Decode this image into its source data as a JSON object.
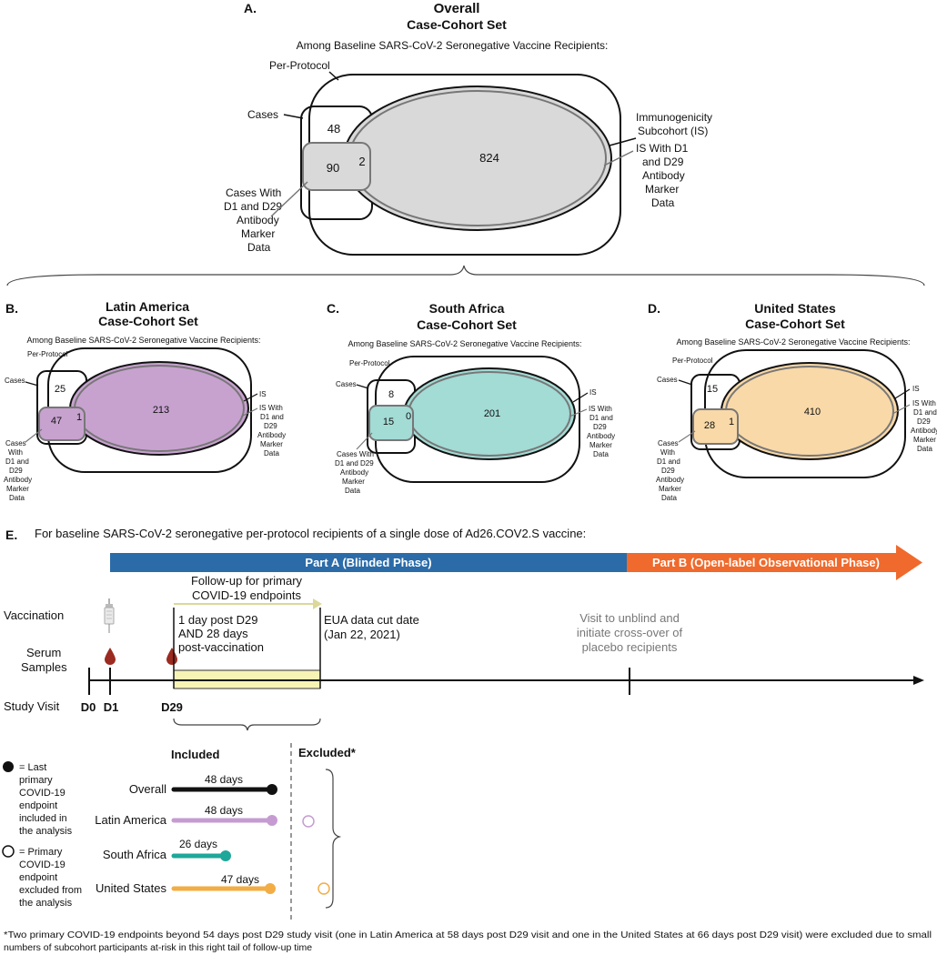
{
  "colors": {
    "overall_fill": "#d9d9d9",
    "overall_title": "#a6a6a6",
    "latin_fill": "#c7a2cf",
    "latin_title": "#bf8fcf",
    "south_fill": "#a3dbd5",
    "south_title": "#2aa79a",
    "us_fill": "#f9d9a8",
    "us_title": "#f5b04a",
    "part_a": "#2b6ba8",
    "part_b": "#ef6a2c",
    "follow_up": "#f7f3b5",
    "follow_arrow": "#e6e3a7",
    "blood": "#9b2a20",
    "dot_overall": "#111111",
    "dot_latin": "#c69bd2",
    "dot_south": "#1fa799",
    "dot_us": "#f2ad45"
  },
  "panelA": {
    "letter": "A.",
    "title": "Overall",
    "subtitle": "Case-Cohort Set",
    "among": "Among Baseline SARS-CoV-2 Seronegative Vaccine Recipients:",
    "per_protocol": "Per-Protocol",
    "cases": "Cases",
    "n_cases_only": "48",
    "n_cases_marker": "90",
    "n_overlap": "2",
    "n_subcohort": "824",
    "immuno_line1": "Immunogenicity",
    "immuno_line2": "Subcohort (IS)",
    "is_line1": "IS With D1",
    "is_line2": "and D29",
    "is_line3": "Antibody",
    "is_line4": "Marker",
    "is_line5": "Data",
    "cm_line1": "Cases With",
    "cm_line2": "D1 and D29",
    "cm_line3": "Antibody",
    "cm_line4": "Marker",
    "cm_line5": "Data"
  },
  "panelB": {
    "letter": "B.",
    "title": "Latin America",
    "subtitle": "Case-Cohort Set",
    "among": "Among Baseline SARS-CoV-2 Seronegative Vaccine Recipients:",
    "per_protocol": "Per-Protocol",
    "cases": "Cases",
    "n_cases_only": "25",
    "n_cases_marker": "47",
    "n_overlap": "1",
    "n_subcohort": "213",
    "is": "IS",
    "isw1": "IS With",
    "isw2": "D1 and",
    "isw3": "D29",
    "isw4": "Antibody",
    "isw5": "Marker",
    "isw6": "Data",
    "cw1": "Cases",
    "cw2": "With",
    "cw3": "D1 and",
    "cw4": "D29",
    "cw5": "Antibody",
    "cw6": "Marker",
    "cw7": "Data"
  },
  "panelC": {
    "letter": "C.",
    "title": "South Africa",
    "subtitle": "Case-Cohort Set",
    "among": "Among Baseline SARS-CoV-2 Seronegative Vaccine Recipients:",
    "per_protocol": "Per-Protocol",
    "cases": "Cases",
    "n_cases_only": "8",
    "n_cases_marker": "15",
    "n_overlap": "0",
    "n_subcohort": "201",
    "is": "IS",
    "isw1": "IS With",
    "isw2": "D1 and",
    "isw3": "D29",
    "isw4": "Antibody",
    "isw5": "Marker",
    "isw6": "Data",
    "cw1": "Cases With",
    "cw2": "D1 and D29",
    "cw3": "Antibody",
    "cw4": "Marker",
    "cw5": "Data"
  },
  "panelD": {
    "letter": "D.",
    "title": "United States",
    "subtitle": "Case-Cohort Set",
    "among": "Among Baseline SARS-CoV-2 Seronegative Vaccine Recipients:",
    "per_protocol": "Per-Protocol",
    "cases": "Cases",
    "n_cases_only": "15",
    "n_cases_marker": "28",
    "n_overlap": "1",
    "n_subcohort": "410",
    "is": "IS",
    "isw1": "IS With",
    "isw2": "D1 and",
    "isw3": "D29",
    "isw4": "Antibody",
    "isw5": "Marker",
    "isw6": "Data",
    "cw1": "Cases",
    "cw2": "With",
    "cw3": "D1 and",
    "cw4": "D29",
    "cw5": "Antibody",
    "cw6": "Marker",
    "cw7": "Data"
  },
  "panelE": {
    "letter": "E.",
    "heading": "For baseline SARS-CoV-2 seronegative per-protocol recipients of a single dose of Ad26.COV2.S vaccine:",
    "part_a": "Part A (Blinded Phase)",
    "part_b": "Part B (Open-label Observational Phase)",
    "follow1": "Follow-up for primary",
    "follow2": "COVID-19 endpoints",
    "vaccination": "Vaccination",
    "serum1": "Serum",
    "serum2": "Samples",
    "study_visit": "Study Visit",
    "d0": "D0",
    "d1": "D1",
    "d29": "D29",
    "post1": "1 day post D29",
    "post2": "AND 28 days",
    "post3": "post-vaccination",
    "eua1": "EUA data cut date",
    "eua2": "(Jan 22, 2021)",
    "unblind1": "Visit to unblind and",
    "unblind2": "initiate cross-over of",
    "unblind3": "placebo recipients",
    "included": "Included",
    "excluded": "Excluded*",
    "leg_filled1": "= Last",
    "leg_filled2": "primary",
    "leg_filled3": "COVID-19",
    "leg_filled4": "endpoint",
    "leg_filled5": "included in",
    "leg_filled6": "the analysis",
    "leg_open1": "= Primary",
    "leg_open2": "COVID-19",
    "leg_open3": "endpoint",
    "leg_open4": "excluded from",
    "leg_open5": "the analysis",
    "rows": [
      {
        "label": "Overall",
        "days": "48 days"
      },
      {
        "label": "Latin America",
        "days": "48 days"
      },
      {
        "label": "South Africa",
        "days": "26 days"
      },
      {
        "label": "United States",
        "days": "47 days"
      }
    ]
  },
  "footnote1": "*Two primary COVID-19 endpoints beyond 54 days post D29 study visit (one in Latin America at 58 days post D29 visit and one in the United States at 66 days post D29 visit) were excluded due to small",
  "footnote2": "numbers of subcohort participants at-risk in this right tail of follow-up time"
}
